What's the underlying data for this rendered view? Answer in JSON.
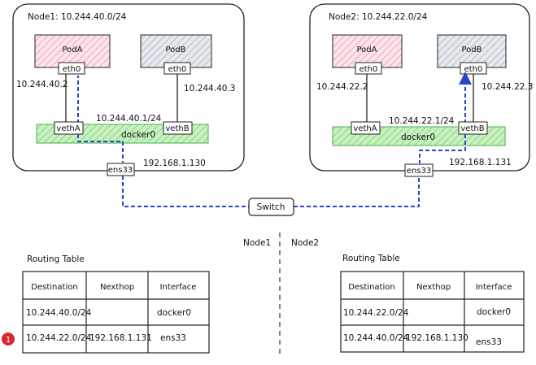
{
  "node1": {
    "title": "Node1: 10.244.40.0/24",
    "podA": "PodA",
    "podB": "PodB",
    "podA_eth": "eth0",
    "podB_eth": "eth0",
    "podA_ip": "10.244.40.2",
    "podB_ip": "10.244.40.3",
    "bridge_ip": "10.244.40.1/24",
    "vethA": "vethA",
    "vethB": "vethB",
    "bridge": "docker0",
    "ens": "ens33",
    "host_ip": "192.168.1.130"
  },
  "node2": {
    "title": "Node2: 10.244.22.0/24",
    "podA": "PodA",
    "podB": "PodB",
    "podA_eth": "eth0",
    "podB_eth": "eth0",
    "podA_ip": "10.244.22.2",
    "podB_ip": "10.244.22.3",
    "bridge_ip": "10.244.22.1/24",
    "vethA": "vethA",
    "vethB": "vethB",
    "bridge": "docker0",
    "ens": "ens33",
    "host_ip": "192.168.1.131"
  },
  "switch": "Switch",
  "divider": {
    "left": "Node1",
    "right": "Node2"
  },
  "table1": {
    "title": "Routing Table",
    "headers": [
      "Destination",
      "Nexthop",
      "Interface"
    ],
    "rows": [
      [
        "10.244.40.0/24",
        "",
        "docker0"
      ],
      [
        "10.244.22.0/24",
        "192.168.1.131",
        "ens33"
      ]
    ]
  },
  "table2": {
    "title": "Routing Table",
    "headers": [
      "Destination",
      "Nexthop",
      "Interface"
    ],
    "rows": [
      [
        "10.244.22.0/24",
        "",
        "docker0"
      ],
      [
        "10.244.40.0/24",
        "192.168.1.130",
        "ens33"
      ]
    ]
  },
  "badge": "1",
  "colors": {
    "pod_a_fill": "#f6c9d6",
    "pod_b_fill": "#c9d0d8",
    "bridge_fill": "#a9e6a0",
    "path_blue": "#2b45c9",
    "badge_red": "#d9262c"
  }
}
